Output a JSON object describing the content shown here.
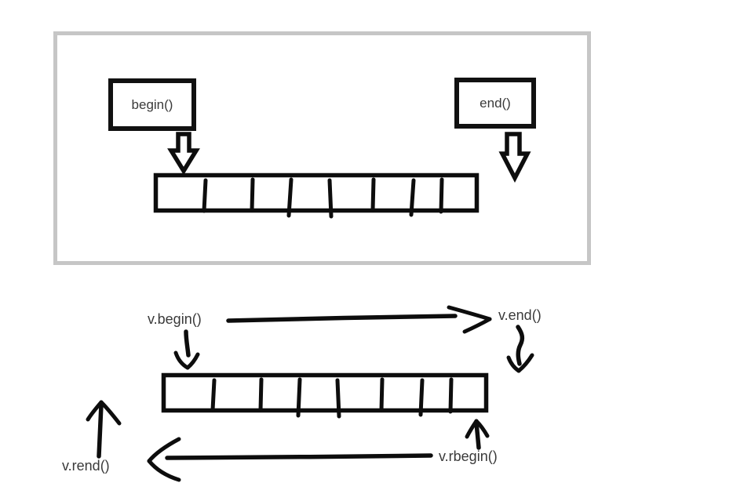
{
  "colors": {
    "background": "#ffffff",
    "frame_border": "#c6c6c6",
    "ink": "#0d0d0d",
    "text": "#3a3a3a"
  },
  "top_panel": {
    "begin_box_label": "begin()",
    "end_box_label": "end()",
    "array_cell_count": 8
  },
  "bottom_panel": {
    "v_begin_label": "v.begin()",
    "v_end_label": "v.end()",
    "v_rend_label": "v.rend()",
    "v_rbegin_label": "v.rbegin()",
    "array_cell_count": 8
  }
}
